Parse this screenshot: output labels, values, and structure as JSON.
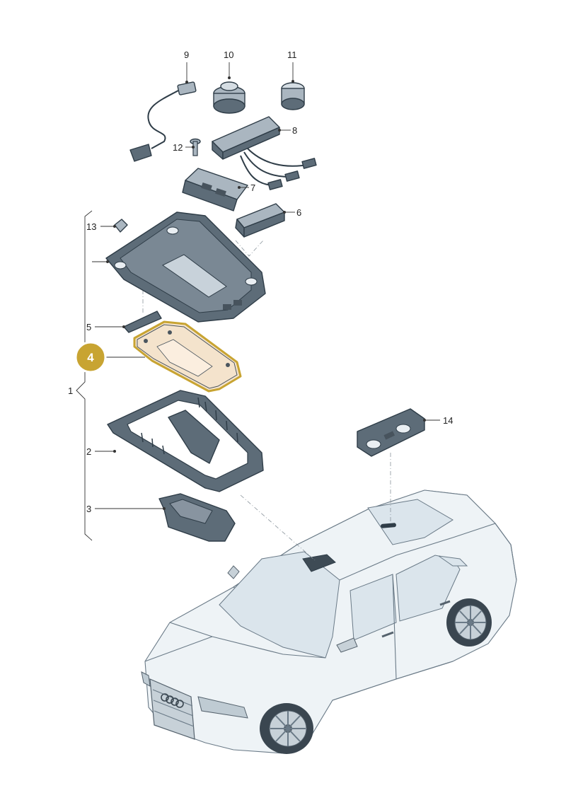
{
  "callouts": [
    {
      "id": "c1",
      "label": "1"
    },
    {
      "id": "c2",
      "label": "2"
    },
    {
      "id": "c3",
      "label": "3"
    },
    {
      "id": "c4",
      "label": "4",
      "highlighted": true
    },
    {
      "id": "c5",
      "label": "5"
    },
    {
      "id": "c6",
      "label": "6"
    },
    {
      "id": "c7",
      "label": "7"
    },
    {
      "id": "c8",
      "label": "8"
    },
    {
      "id": "c9",
      "label": "9"
    },
    {
      "id": "c10",
      "label": "10"
    },
    {
      "id": "c11",
      "label": "11"
    },
    {
      "id": "c12",
      "label": "12"
    },
    {
      "id": "c13",
      "label": "13"
    },
    {
      "id": "c14",
      "label": "14"
    }
  ],
  "colors": {
    "highlight_badge": "#c8a432",
    "highlight_part_fill": "#f4e3cc",
    "highlight_part_outline": "#c8a432",
    "part_dark": "#5d6c78",
    "car_outline": "#6a7a87"
  },
  "icons": [
    "audi-rings-logo"
  ]
}
